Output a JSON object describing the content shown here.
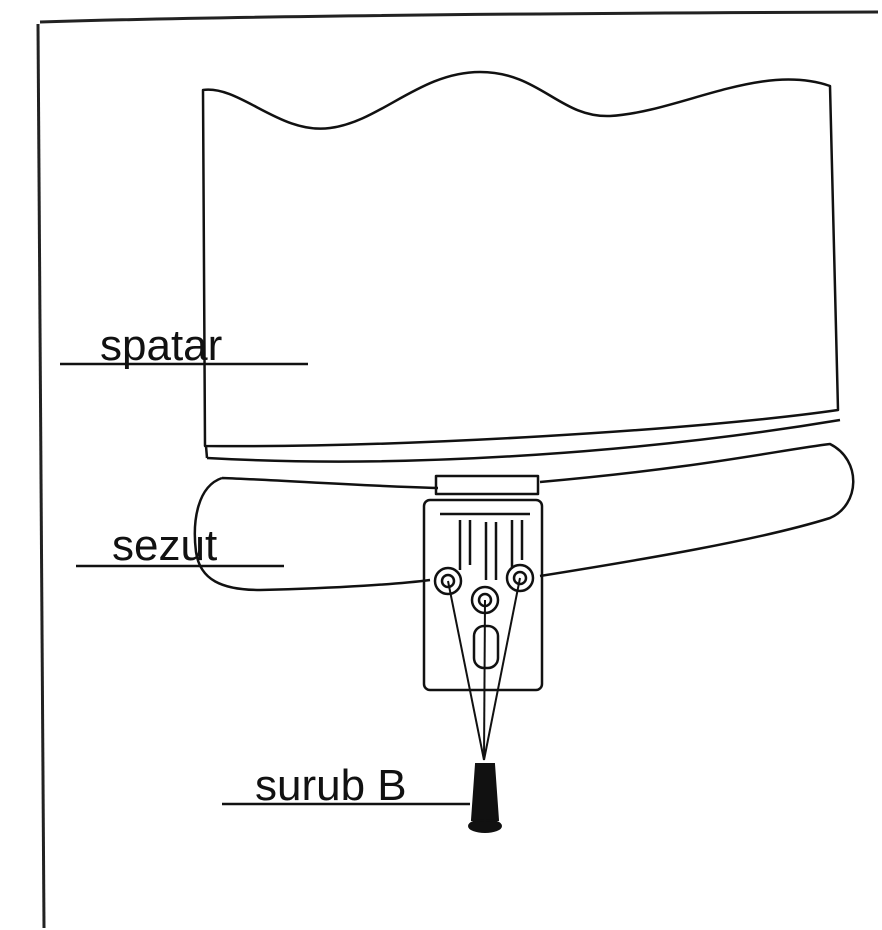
{
  "labels": {
    "backrest": "spatar",
    "seat": "sezut",
    "screw": "surub B"
  },
  "colors": {
    "ink": "#111111",
    "background": "#ffffff",
    "frame": "#222222"
  }
}
